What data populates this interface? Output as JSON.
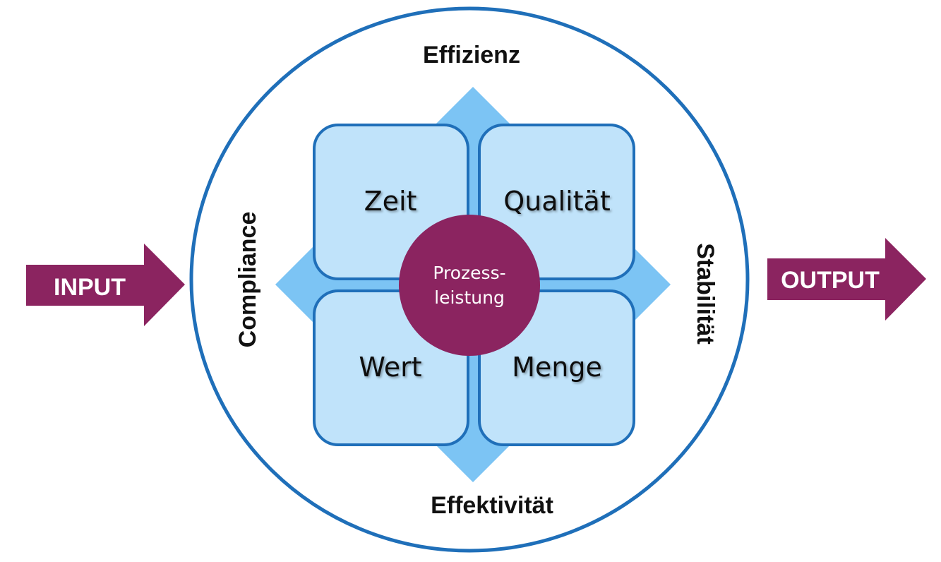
{
  "colors": {
    "circle_stroke": "#1f6fb9",
    "diamond_fill": "#7cc4f4",
    "quad_fill": "#c0e3fa",
    "quad_stroke": "#1f6fb9",
    "center_fill": "#8b2460",
    "arrow_fill": "#8b2460",
    "text_dark": "#111111",
    "text_light": "#ffffff"
  },
  "flow": {
    "input_label": "INPUT",
    "output_label": "OUTPUT"
  },
  "dimensions": {
    "top": "Effizienz",
    "bottom": "Effektivität",
    "left": "Compliance",
    "right": "Stabilität"
  },
  "quadrants": {
    "top_left": "Zeit",
    "top_right": "Qualität",
    "bottom_left": "Wert",
    "bottom_right": "Menge"
  },
  "center": {
    "line1": "Prozess-",
    "line2": "leistung"
  }
}
